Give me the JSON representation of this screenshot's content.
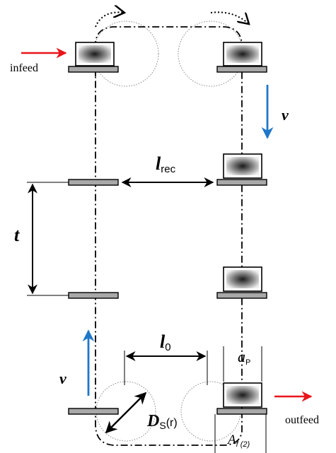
{
  "labels": {
    "infeed": "infeed",
    "outfeed": "outfeed",
    "v_top": "v",
    "v_bottom": "v",
    "l_rec_main": "l",
    "l_rec_sub": "rec",
    "t": "t",
    "l0_main": "l",
    "l0_sub": "0",
    "ap_main": "a",
    "ap_sub": "P",
    "ds_main": "D",
    "ds_sub": "S",
    "ds_suffix": "(r)",
    "af_main": "A",
    "af_sub": "f (2)"
  },
  "colors": {
    "stroke": "#000000",
    "flow_arrow": "#e8141b",
    "velocity_arrow": "#1f77c8",
    "rail_fill": "#a8a8a8",
    "circle_stroke": "#888888"
  },
  "icons": {
    "carrier": "carrier-rail-icon",
    "box": "workpiece-box-icon"
  }
}
